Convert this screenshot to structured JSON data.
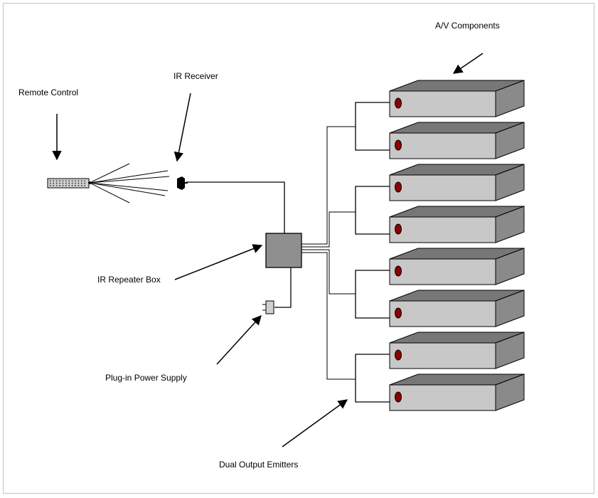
{
  "labels": {
    "av_components": "A/V Components",
    "ir_receiver": "IR Receiver",
    "remote_control": "Remote Control",
    "ir_repeater_box": "IR Repeater Box",
    "plug_in_power_supply": "Plug-in Power Supply",
    "dual_output_emitters": "Dual Output Emitters"
  },
  "components": {
    "count": 8
  },
  "colors": {
    "component_top": "#777777",
    "component_front": "#c8c8c8",
    "component_side": "#8a8a8a",
    "emitter": "#8b0000",
    "repeater_box": "#8f8f8f",
    "remote_body": "#d0d0d0",
    "power_supply": "#d0d0d0",
    "lines": "#000000"
  }
}
